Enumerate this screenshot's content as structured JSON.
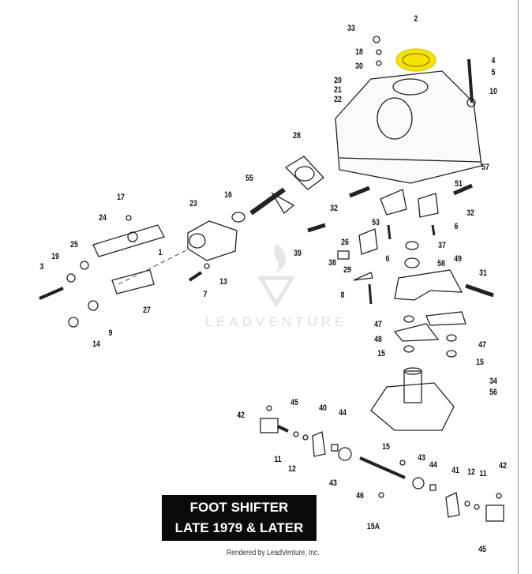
{
  "diagram": {
    "title_lines": [
      "FOOT SHIFTER",
      "LATE 1979 & LATER"
    ],
    "credit": "Rendered by LeadVenture, Inc.",
    "watermark": "LEADVENTURE",
    "highlight_color": "#f5e400",
    "highlighted_part": "2",
    "callouts": [
      "33",
      "2",
      "18",
      "30",
      "4",
      "5",
      "10",
      "20",
      "21",
      "22",
      "28",
      "57",
      "55",
      "16",
      "23",
      "17",
      "24",
      "25",
      "19",
      "3",
      "1",
      "27",
      "9",
      "14",
      "7",
      "13",
      "32",
      "53",
      "51",
      "32",
      "6",
      "26",
      "39",
      "38",
      "29",
      "6",
      "37",
      "58",
      "49",
      "31",
      "8",
      "47",
      "48",
      "15",
      "47",
      "15",
      "34",
      "56",
      "45",
      "42",
      "40",
      "44",
      "11",
      "12",
      "43",
      "15",
      "43",
      "44",
      "46",
      "15A",
      "41",
      "12",
      "11",
      "42",
      "45"
    ]
  }
}
